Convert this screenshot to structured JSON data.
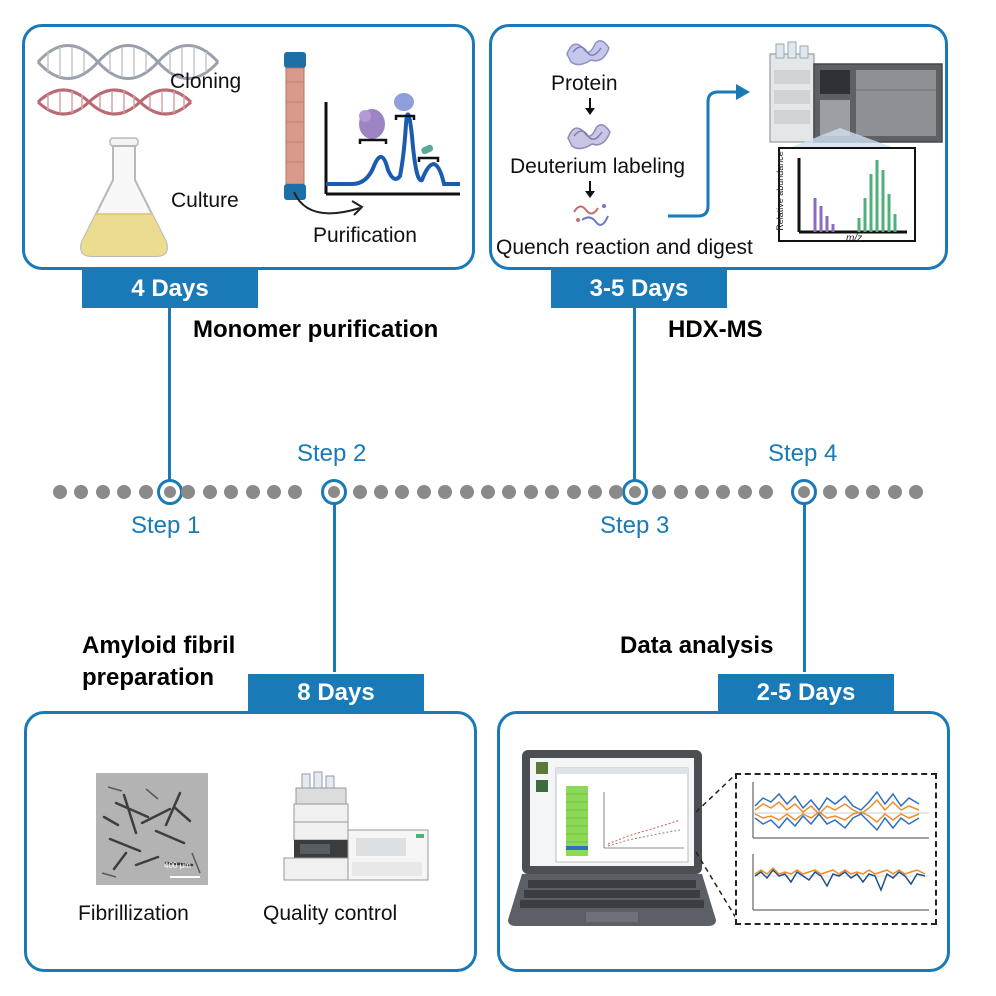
{
  "timeline": {
    "steps": [
      "Step 1",
      "Step 2",
      "Step 3",
      "Step 4"
    ]
  },
  "panels": {
    "monomer": {
      "duration": "4 Days",
      "title": "Monomer purification",
      "labels": {
        "cloning": "Cloning",
        "culture": "Culture",
        "purification": "Purification"
      }
    },
    "hdx": {
      "duration": "3-5 Days",
      "title": "HDX-MS",
      "labels": {
        "protein": "Protein",
        "deuterium": "Deuterium labeling",
        "quench": "Quench reaction and digest",
        "yaxis": "Relative abundance",
        "xaxis": "m/z"
      }
    },
    "fibril": {
      "duration": "8 Days",
      "title_line1": "Amyloid fibril",
      "title_line2": "preparation",
      "labels": {
        "fibrillization": "Fibrillization",
        "qc": "Quality control",
        "scale": "400 μm"
      }
    },
    "analysis": {
      "duration": "2-5 Days",
      "title": "Data analysis"
    }
  },
  "colors": {
    "accent": "#1a7ab8",
    "dots": "#8a8a8a"
  }
}
